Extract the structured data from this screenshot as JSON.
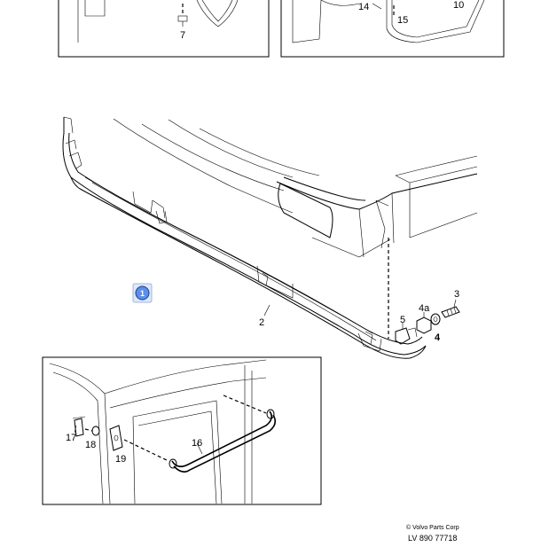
{
  "labels": {
    "p1": "1",
    "p2": "2",
    "p3": "3",
    "p4": "4",
    "p4a": "4a",
    "p5": "5",
    "p7": "7",
    "p10": "10",
    "p14": "14",
    "p15": "15",
    "p16": "16",
    "p17": "17",
    "p18": "18",
    "p19": "19"
  },
  "footer": {
    "copyright": "© Volvo Parts Corp",
    "reference": "LV 890 77718"
  },
  "colors": {
    "marker_fill": "#5b8fe8",
    "marker_border": "#1a3f8f",
    "line": "#000000"
  }
}
